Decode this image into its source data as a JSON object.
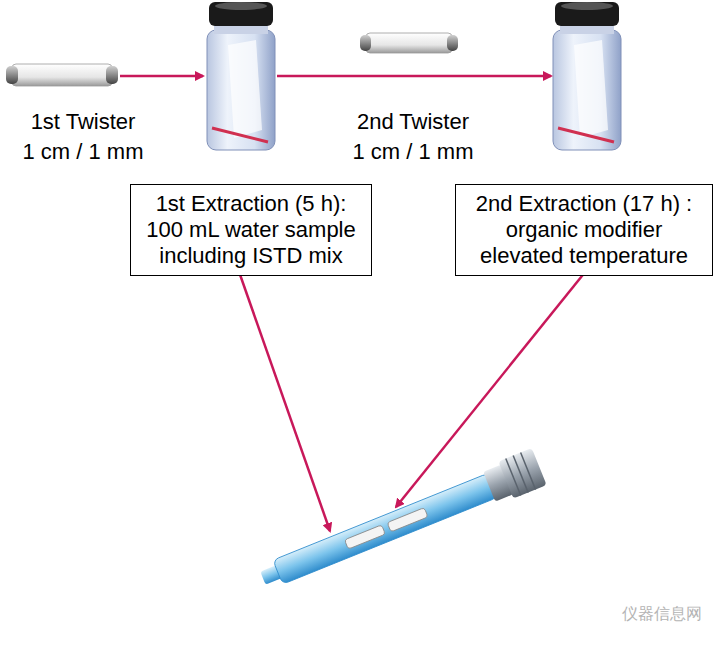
{
  "diagram": {
    "nodes": [
      {
        "text": [
          "1st Extraction (5 h): 100 mL water sample including ISTD mix"
        ]
      },
      {
        "text": [
          "2nd Extraction (17 h) : organic modifier elevated temperature"
        ]
      }
    ],
    "labels": [
      "1st Twister",
      "1 cm / 1 mm",
      "2nd Twister",
      "1 cm / 1 mm",
      "仪器信息网"
    ]
  }
}
